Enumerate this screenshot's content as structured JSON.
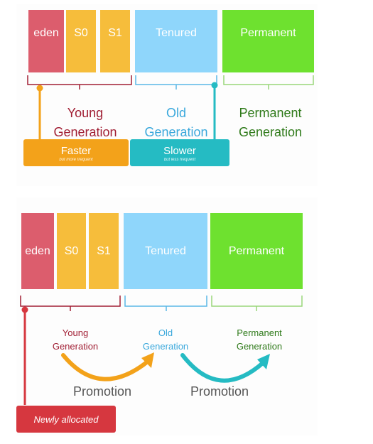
{
  "top": {
    "boxes": {
      "eden": "eden",
      "s0": "S0",
      "s1": "S1",
      "tenured": "Tenured",
      "permanent": "Permanent"
    },
    "labels": {
      "young_1": "Young",
      "young_2": "Generation",
      "old_1": "Old",
      "old_2": "Generation",
      "perm_1": "Permanent",
      "perm_2": "Generation"
    },
    "faster": {
      "title": "Faster",
      "subtitle": "but more frequent"
    },
    "slower": {
      "title": "Slower",
      "subtitle": "but less frequent"
    }
  },
  "bottom": {
    "boxes": {
      "eden": "eden",
      "s0": "S0",
      "s1": "S1",
      "tenured": "Tenured",
      "permanent": "Permanent"
    },
    "labels": {
      "young_1": "Young",
      "young_2": "Generation",
      "old_1": "Old",
      "old_2": "Generation",
      "perm_1": "Permanent",
      "perm_2": "Generation"
    },
    "promotion_1": "Promotion",
    "promotion_2": "Promotion",
    "newly_allocated": "Newly allocated"
  },
  "colors": {
    "eden": "#dc5d6d",
    "survivor": "#f6bd3b",
    "tenured": "#8fd6fb",
    "permanent": "#6ee12f",
    "young_text": "#a11f34",
    "old_text": "#3aa8dc",
    "perm_text": "#2f7a1a",
    "faster": "#f3a21a",
    "slower": "#25bbc3",
    "newly": "#d6373f"
  }
}
